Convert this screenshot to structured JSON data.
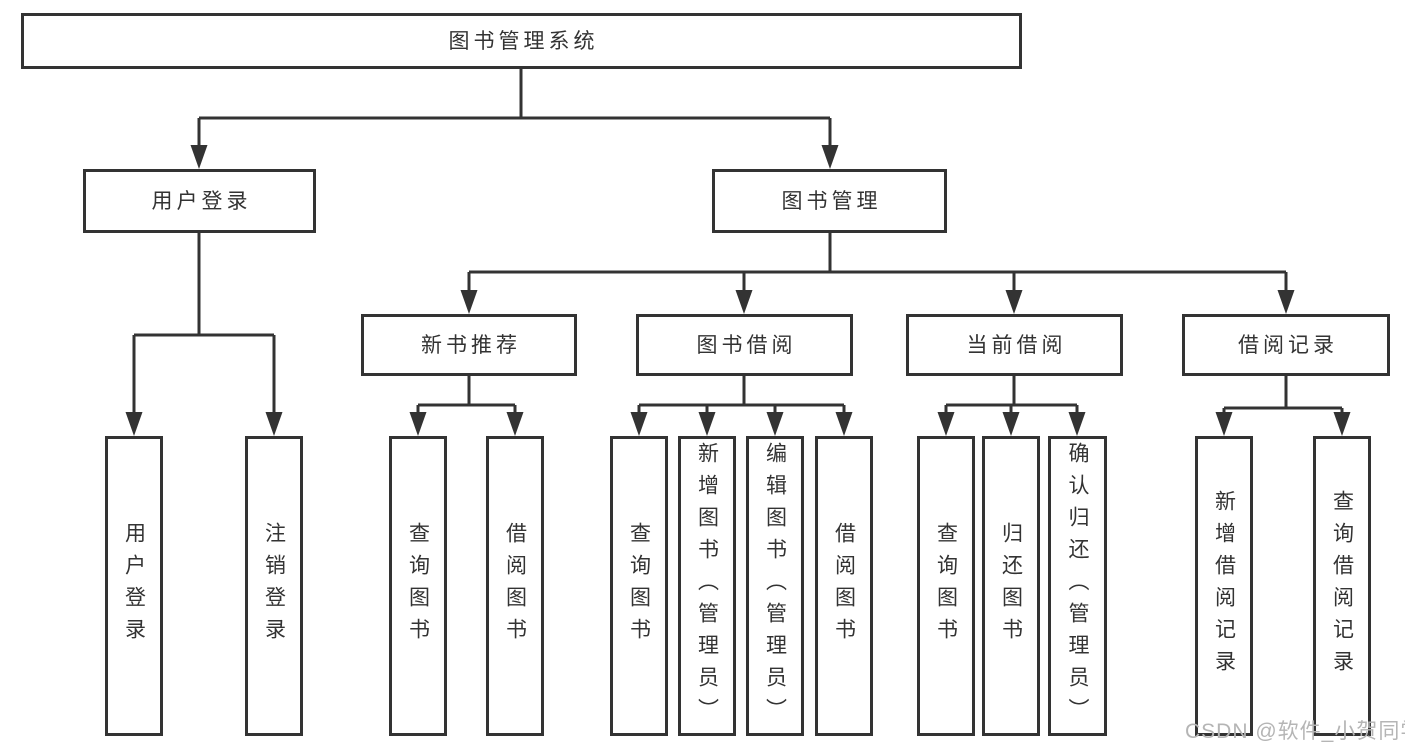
{
  "tree": {
    "root": {
      "label": "图书管理系统"
    },
    "branches": [
      {
        "label": "用户登录",
        "children": [
          {
            "label": "用户登录"
          },
          {
            "label": "注销登录"
          }
        ]
      },
      {
        "label": "图书管理",
        "sections": [
          {
            "label": "新书推荐",
            "children": [
              {
                "label": "查询图书"
              },
              {
                "label": "借阅图书"
              }
            ]
          },
          {
            "label": "图书借阅",
            "children": [
              {
                "label": "查询图书"
              },
              {
                "label": "新增图书（管理员）"
              },
              {
                "label": "编辑图书（管理员）"
              },
              {
                "label": "借阅图书"
              }
            ]
          },
          {
            "label": "当前借阅",
            "children": [
              {
                "label": "查询图书"
              },
              {
                "label": "归还图书"
              },
              {
                "label": "确认归还（管理员）"
              }
            ]
          },
          {
            "label": "借阅记录",
            "children": [
              {
                "label": "新增借阅记录"
              },
              {
                "label": "查询借阅记录"
              }
            ]
          }
        ]
      }
    ]
  },
  "watermark": {
    "text": "CSDN @软件_小贺同学"
  },
  "colors": {
    "line": "#333333",
    "node_border": "#333333",
    "node_text": "#333333",
    "background": "#ffffff",
    "watermark": "#b5b5b5"
  }
}
